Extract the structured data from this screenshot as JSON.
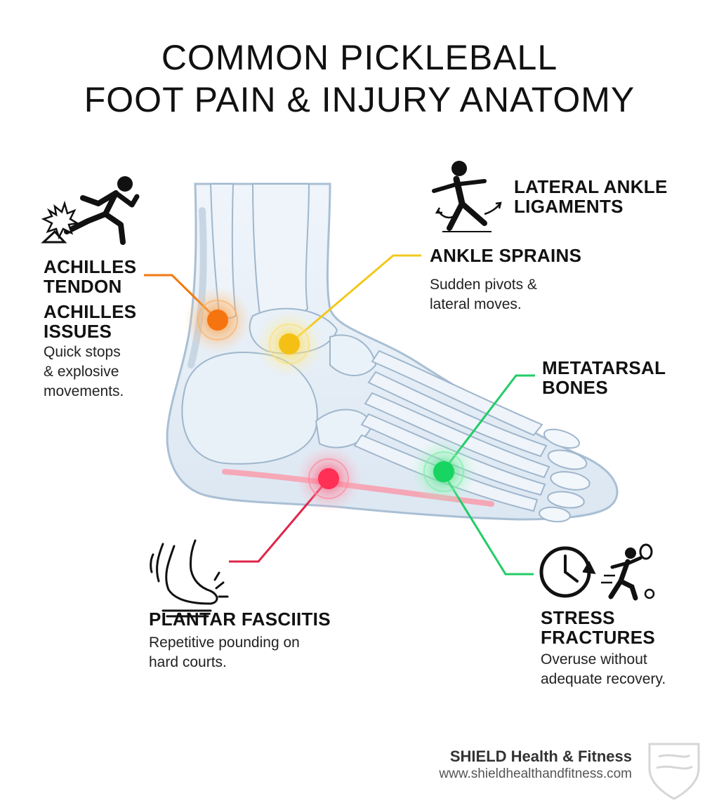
{
  "title": {
    "line1": "COMMON PICKLEBALL",
    "line2": "FOOT PAIN & INJURY ANATOMY"
  },
  "injuries": {
    "achilles": {
      "anatomy": [
        "ACHILLES",
        "TENDON"
      ],
      "name": [
        "ACHILLES",
        "ISSUES"
      ],
      "desc": [
        "Quick stops",
        "& explosive",
        "movements."
      ],
      "color": "#f07a10",
      "icon": "sprinter-impact-icon"
    },
    "ankle": {
      "anatomy": [
        "LATERAL ANKLE",
        "LIGAMENTS"
      ],
      "name": [
        "ANKLE SPRAINS"
      ],
      "desc": [
        "Sudden pivots &",
        "lateral moves."
      ],
      "color": "#f2c81c",
      "icon": "pivoting-person-icon"
    },
    "metatarsal": {
      "anatomy": [
        "METATARSAL",
        "BONES"
      ],
      "color": "#22cc66"
    },
    "plantar": {
      "name": [
        "PLANTAR FASCIITIS"
      ],
      "desc": [
        "Repetitive pounding on",
        "hard courts."
      ],
      "color": "#ff3a5c",
      "icon": "foot-impact-icon"
    },
    "stress": {
      "name": [
        "STRESS",
        "FRACTURES"
      ],
      "desc": [
        "Overuse without",
        "adequate recovery."
      ],
      "color": "#22cc66",
      "icon": "clock-and-player-icon"
    }
  },
  "brand": {
    "name": "SHIELD Health & Fitness",
    "url": "www.shieldhealthandfitness.com",
    "logo": "shield-logo"
  },
  "colors": {
    "bone_fill": "#e6eff8",
    "bone_stroke": "#9fb6cc",
    "text": "#111111"
  }
}
